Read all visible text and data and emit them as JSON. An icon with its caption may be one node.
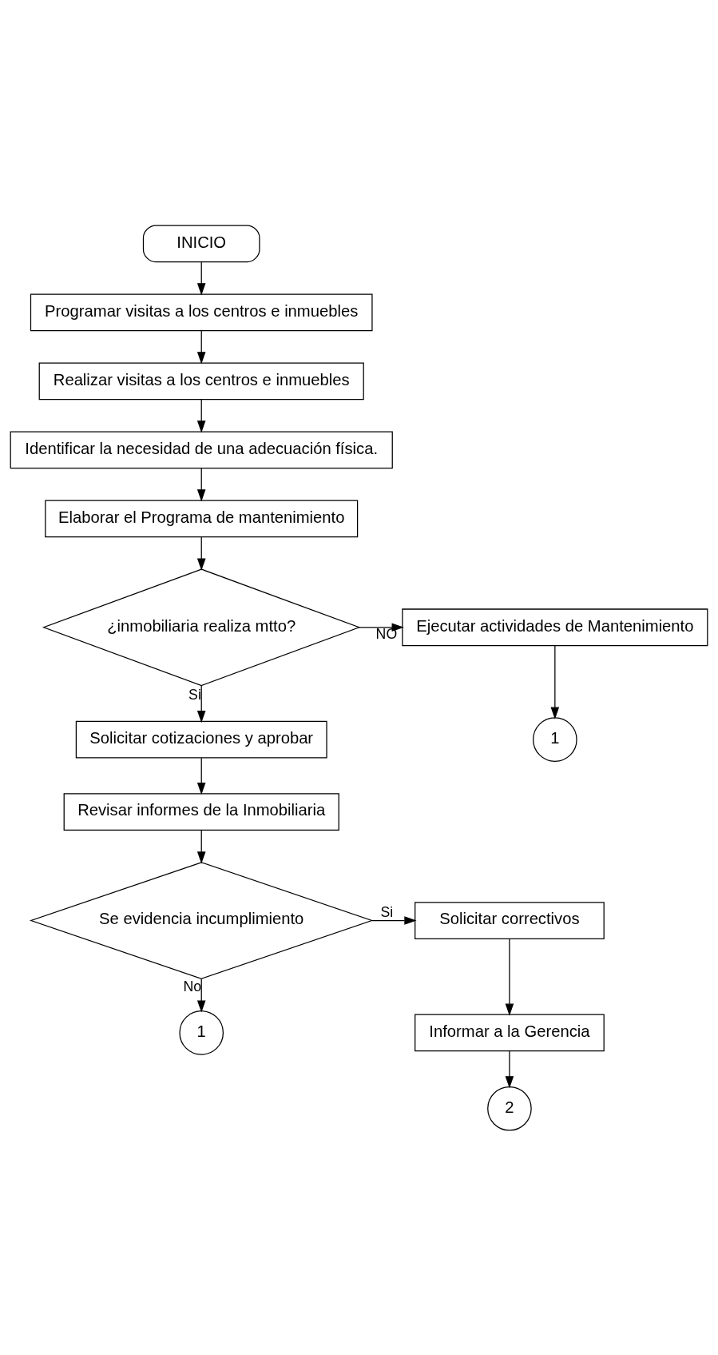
{
  "diagram": {
    "nodes": [
      {
        "text": [
          "INICIO"
        ]
      },
      {
        "text": [
          "Programar visitas a los centros e inmuebles"
        ]
      },
      {
        "text": [
          "Realizar visitas a los centros e inmuebles"
        ]
      },
      {
        "text": [
          "Identificar la necesidad de una adecuación física."
        ]
      },
      {
        "text": [
          "Elaborar el Programa de mantenimiento"
        ]
      },
      {
        "text": [
          "¿inmobiliaria realiza mtto?"
        ]
      },
      {
        "text": [
          "Ejecutar actividades de Mantenimiento"
        ]
      },
      {
        "text": [
          "1"
        ]
      },
      {
        "text": [
          "Solicitar cotizaciones y aprobar"
        ]
      },
      {
        "text": [
          "Revisar informes de la Inmobiliaria"
        ]
      },
      {
        "text": [
          "Se evidencia incumplimiento"
        ]
      },
      {
        "text": [
          "Solicitar correctivos"
        ]
      },
      {
        "text": [
          "Informar a la Gerencia"
        ]
      },
      {
        "text": [
          "1"
        ]
      },
      {
        "text": [
          "2"
        ]
      }
    ],
    "edges": [
      {
        "from": 0,
        "to": 1,
        "arrow": "to"
      },
      {
        "from": 1,
        "to": 2,
        "arrow": "to"
      },
      {
        "from": 2,
        "to": 3,
        "arrow": "to"
      },
      {
        "from": 3,
        "to": 4,
        "arrow": "to"
      },
      {
        "from": 4,
        "to": 5,
        "arrow": "to"
      },
      {
        "from": 5,
        "to": 6,
        "arrow": "to",
        "label": "NO"
      },
      {
        "from": 6,
        "to": 7,
        "arrow": "to"
      },
      {
        "from": 5,
        "to": 8,
        "arrow": "to",
        "label": "Si"
      },
      {
        "from": 8,
        "to": 9,
        "arrow": "to"
      },
      {
        "from": 9,
        "to": 10,
        "arrow": "to"
      },
      {
        "from": 10,
        "to": 11,
        "arrow": "to",
        "label": "Si"
      },
      {
        "from": 11,
        "to": 12,
        "arrow": "to"
      },
      {
        "from": 12,
        "to": 14,
        "arrow": "to"
      },
      {
        "from": 10,
        "to": 13,
        "arrow": "to",
        "label": "No"
      }
    ]
  }
}
